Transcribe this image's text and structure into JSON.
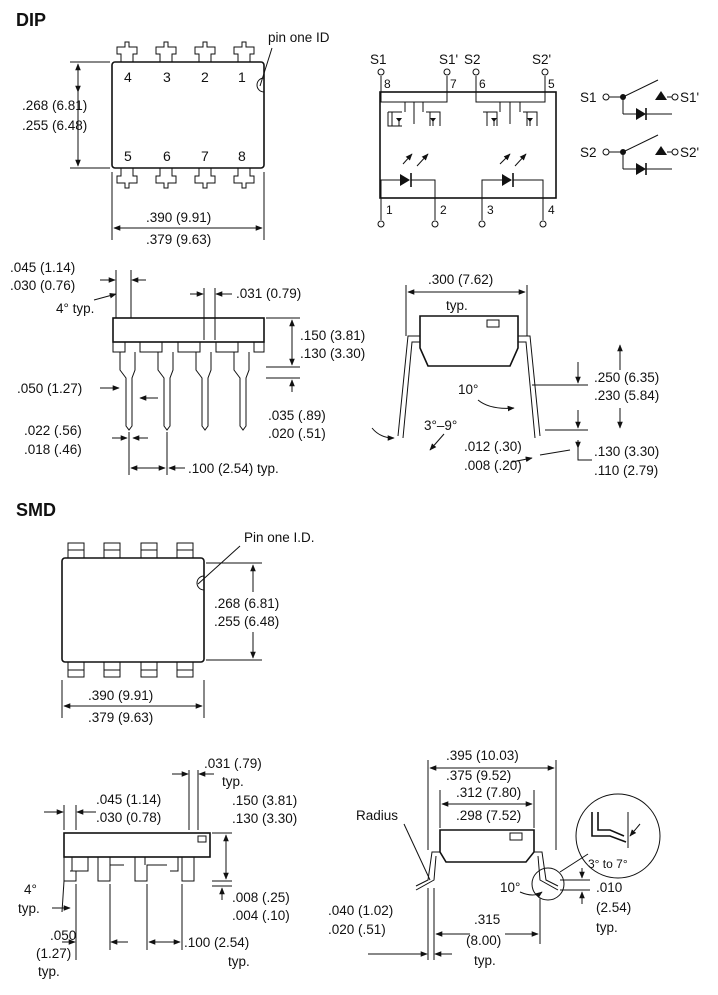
{
  "sections": {
    "dip": "DIP",
    "smd": "SMD"
  },
  "dip_top": {
    "pins_top": [
      "4",
      "3",
      "2",
      "1"
    ],
    "pins_bottom": [
      "5",
      "6",
      "7",
      "8"
    ],
    "pin_one_id": "pin one ID",
    "height_max": ".268 (6.81)",
    "height_min": ".255 (6.48)",
    "width_max": ".390 (9.91)",
    "width_min": ".379 (9.63)"
  },
  "schematic": {
    "top_labels": [
      "S1",
      "S1'",
      "S2",
      "S2'"
    ],
    "top_pins": [
      "8",
      "7",
      "6",
      "5"
    ],
    "bottom_pins": [
      "1",
      "2",
      "3",
      "4"
    ],
    "switch_labels": [
      "S1",
      "S1'",
      "S2",
      "S2'"
    ]
  },
  "dip_side": {
    "lead_wide_max": ".045 (1.14)",
    "lead_wide_min": ".030 (0.76)",
    "angle_typ": "4° typ.",
    "lead_gap": ".031 (0.79)",
    "body_h_max": ".150 (3.81)",
    "body_h_min": ".130 (3.30)",
    "shoulder": ".050 (1.27)",
    "standoff_max": ".035 (.89)",
    "standoff_min": ".020 (.51)",
    "lead_w_max": ".022 (.56)",
    "lead_w_min": ".018 (.46)",
    "pitch": ".100 (2.54) typ."
  },
  "dip_end": {
    "row_spacing": ".300 (7.62)",
    "typ": "typ.",
    "angle_10": "10°",
    "angle_range": "3°–9°",
    "seat_max": ".250 (6.35)",
    "seat_min": ".230 (5.84)",
    "thick_max": ".012 (.30)",
    "thick_min": ".008 (.20)",
    "lead_len_max": ".130 (3.30)",
    "lead_len_min": ".110 (2.79)"
  },
  "smd_top": {
    "pin_one_id": "Pin one I.D.",
    "height_max": ".268 (6.81)",
    "height_min": ".255 (6.48)",
    "width_max": ".390 (9.91)",
    "width_min": ".379 (9.63)"
  },
  "smd_side": {
    "lead_gap": ".031 (.79)",
    "lead_gap_typ": "typ.",
    "lead_wide_max": ".045 (1.14)",
    "lead_wide_min": ".030 (0.78)",
    "body_h_max": ".150 (3.81)",
    "body_h_min": ".130 (3.30)",
    "angle": "4°",
    "angle_typ": "typ.",
    "foot_max": ".008 (.25)",
    "foot_min": ".004 (.10)",
    "shoulder": ".050",
    "shoulder_mm": "(1.27)",
    "shoulder_typ": "typ.",
    "pitch": ".100 (2.54)",
    "pitch_typ": "typ."
  },
  "smd_end": {
    "overall_max": ".395 (10.03)",
    "overall_min": ".375 (9.52)",
    "body_max": ".312 (7.80)",
    "body_min": ".298 (7.52)",
    "radius": "Radius",
    "angle_10": "10°",
    "detail_angle": "3° to 7°",
    "foot_thick": ".010",
    "foot_thick_mm": "(2.54)",
    "foot_thick_typ": "typ.",
    "foot_max": ".040 (1.02)",
    "foot_min": ".020 (.51)",
    "lead_span": ".315",
    "lead_span_mm": "(8.00)",
    "lead_span_typ": "typ."
  }
}
